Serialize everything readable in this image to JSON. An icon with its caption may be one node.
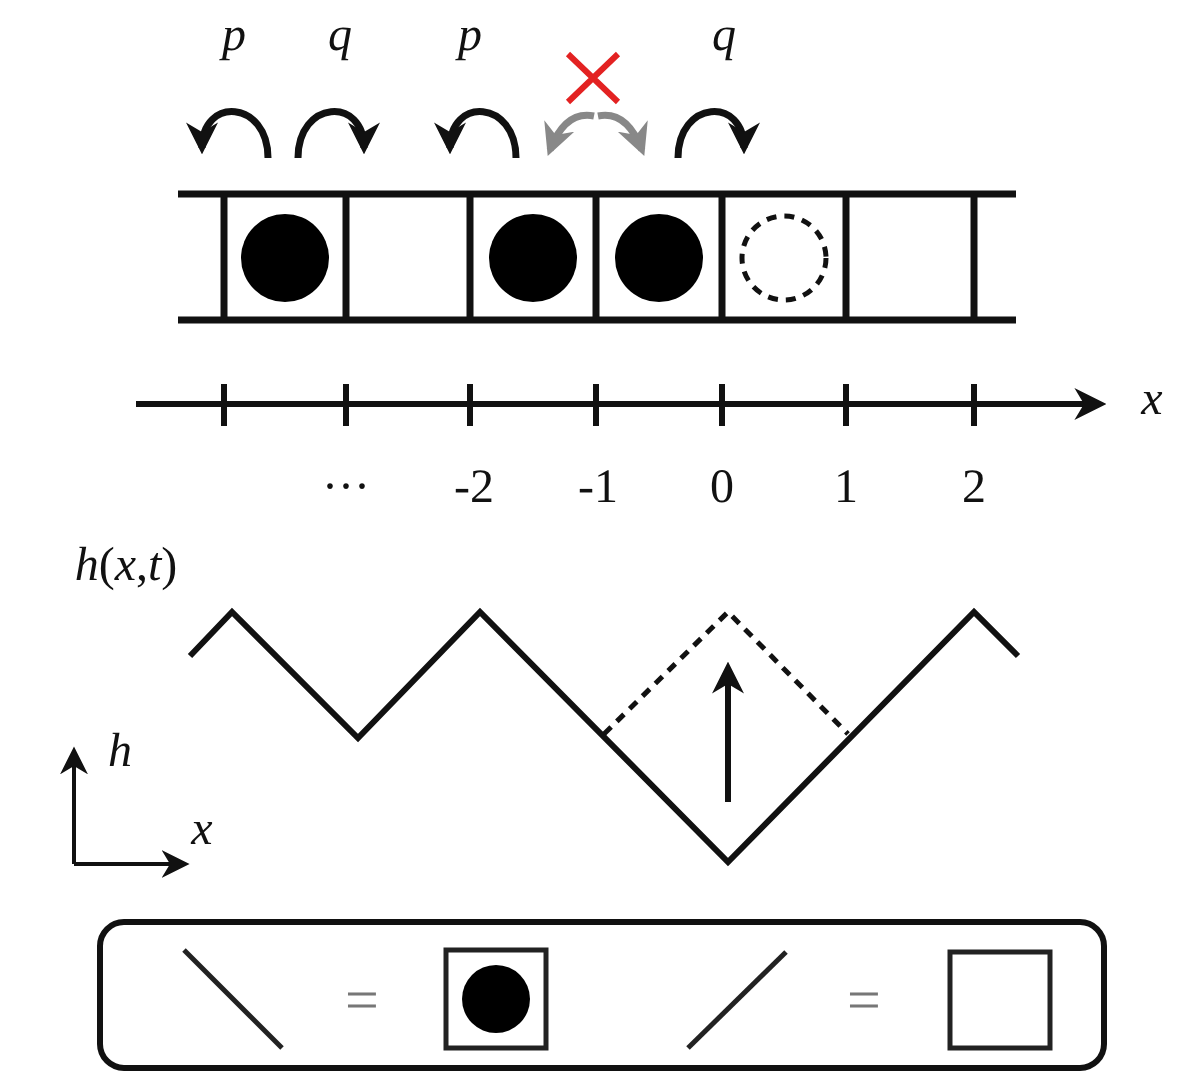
{
  "diagram": {
    "labels": [
      "p",
      "q",
      "p",
      "q",
      "x",
      "···",
      "-2",
      "-1",
      "0",
      "1",
      "2",
      "*h*(*x*,*t*)",
      "h",
      "x",
      "=",
      "="
    ]
  }
}
